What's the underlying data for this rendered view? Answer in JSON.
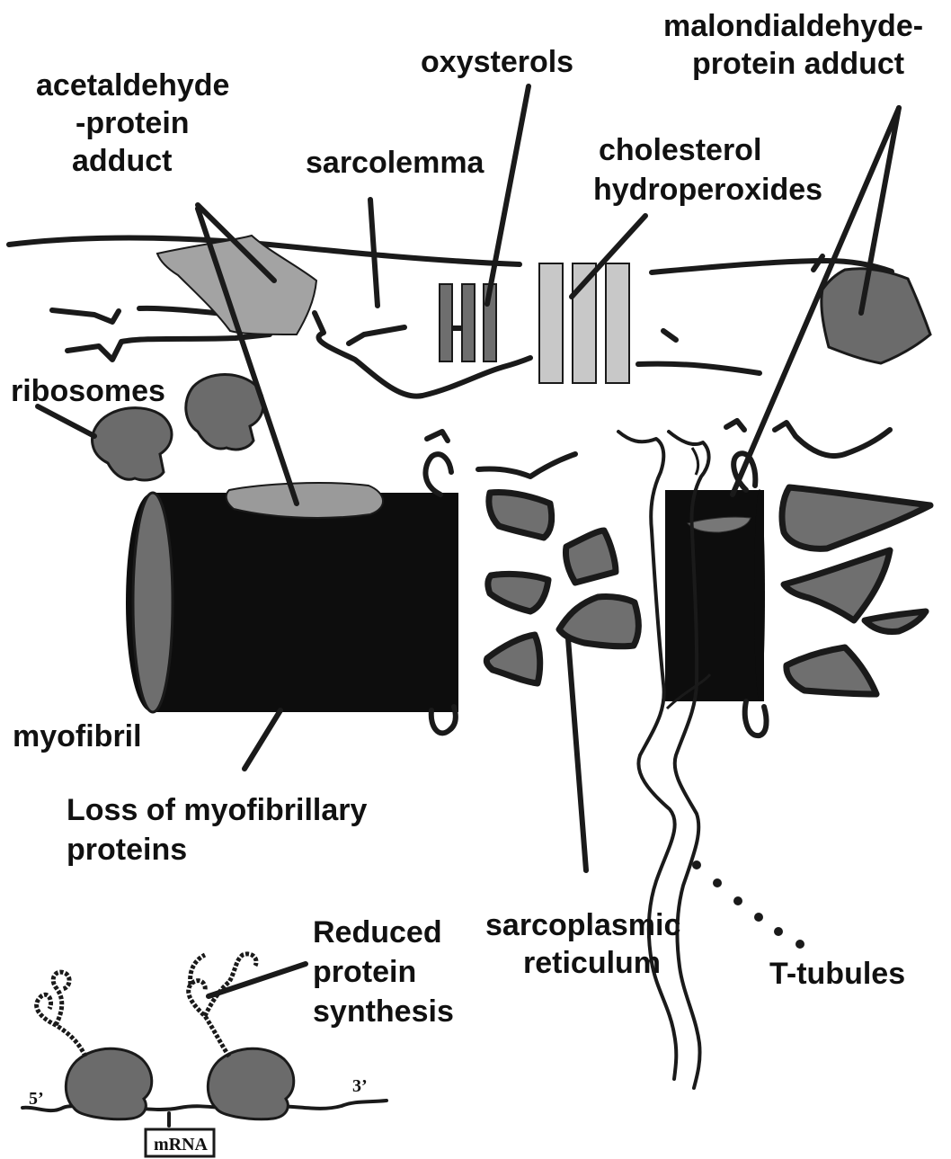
{
  "labels": {
    "acetaldehyde": [
      "acetaldehyde",
      "-protein",
      "adduct"
    ],
    "oxysterols": "oxysterols",
    "malondialdehyde": [
      "malondialdehyde-",
      "protein adduct"
    ],
    "sarcolemma": "sarcolemma",
    "cholesterol": [
      "cholesterol",
      "hydroperoxides"
    ],
    "ribosomes": "ribosomes",
    "myofibril": "myofibril",
    "loss": [
      "Loss of myofibrillary",
      "proteins"
    ],
    "reduced": [
      "Reduced",
      "protein",
      "synthesis"
    ],
    "sarcoplasmic": [
      "sarcoplasmic",
      "reticulum"
    ],
    "ttubules": "T-tubules",
    "five_prime": "5’",
    "three_prime": "3’",
    "mrna": "mRNA"
  },
  "colors": {
    "stroke": "#1a1a1a",
    "dark_gray": "#6b6b6b",
    "light_gray": "#a3a3a3",
    "panel_light": "#c8c8c8",
    "black": "#0d0d0d"
  }
}
